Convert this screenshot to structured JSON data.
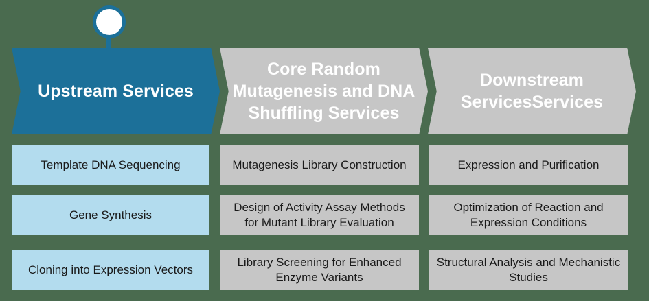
{
  "diagram": {
    "type": "three-stage-process",
    "background_color": "#4a6b4f",
    "marker": {
      "icon": "location-pin-icon",
      "attached_to": "Upstream Services"
    },
    "columns": [
      {
        "header": "Upstream Services",
        "header_color": "#1c7099",
        "item_color": "#b3dcee",
        "items": [
          "Template DNA Sequencing",
          "Gene Synthesis",
          "Cloning into Expression Vectors"
        ]
      },
      {
        "header": "Core Random Mutagenesis and DNA Shuffling Services",
        "header_color": "#c6c6c6",
        "item_color": "#c6c6c6",
        "items": [
          "Mutagenesis Library Construction",
          "Design of Activity Assay Methods for Mutant Library Evaluation",
          "Library Screening for Enhanced Enzyme Variants"
        ]
      },
      {
        "header": "Downstream ServicesServices",
        "header_color": "#c6c6c6",
        "item_color": "#c6c6c6",
        "items": [
          "Expression and Purification",
          "Optimization of Reaction and Expression Conditions",
          "Structural Analysis and Mechanistic Studies"
        ]
      }
    ]
  }
}
